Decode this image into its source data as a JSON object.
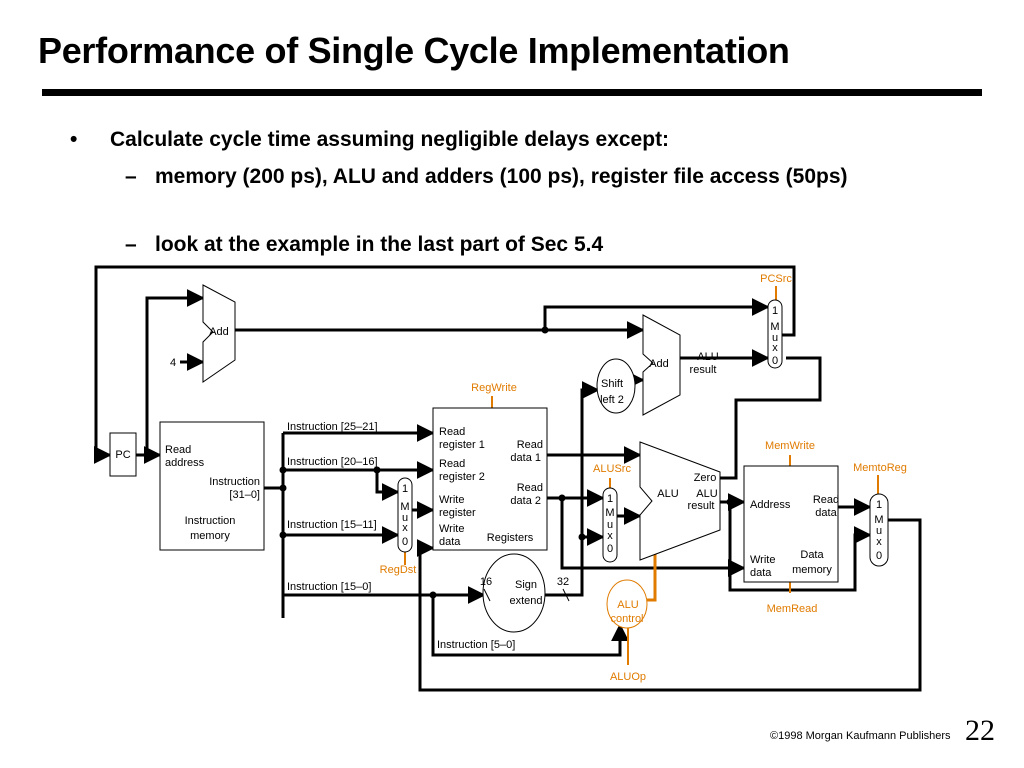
{
  "slide": {
    "title": "Performance of Single Cycle Implementation",
    "bullet_main": "Calculate cycle time assuming negligible delays except:",
    "bullet_marker": "•",
    "sub_marker": "–",
    "sub_bullets": [
      "memory (200 ps), ALU and adders (100 ps), register file access (50ps)",
      "look at the example in the last part of Sec 5.4"
    ],
    "copyright": "©1998 Morgan Kaufmann Publishers",
    "slide_number": "22"
  },
  "diagram": {
    "add_top": "Add",
    "const_four": "4",
    "add_branch": "Add",
    "alu_result_line1": "ALU",
    "alu_result_line2": "result",
    "pcsrc": "PCSrc",
    "mux": [
      "M",
      "u",
      "x"
    ],
    "mux_one": "1",
    "mux_zero": "0",
    "shift_line1": "Shift",
    "shift_line2": "left 2",
    "pc": "PC",
    "regwrite": "RegWrite",
    "read_address_line1": "Read",
    "read_address_line2": "address",
    "instruction_out_line1": "Instruction",
    "instruction_out_line2": "[31–0]",
    "instr_mem_line1": "Instruction",
    "instr_mem_line2": "memory",
    "instr_25_21": "Instruction [25–21]",
    "instr_20_16": "Instruction [20–16]",
    "instr_15_11": "Instruction [15–11]",
    "instr_15_0": "Instruction [15–0]",
    "instr_5_0": "Instruction [5–0]",
    "read_register": "Read",
    "register_1": "register 1",
    "register_2": "register 2",
    "read_data_1": "data 1",
    "read_data_2": "data 2",
    "write_register_line1": "Write",
    "write_register_line2": "register",
    "write_data_line1": "Write",
    "write_data_line2": "data",
    "registers": "Registers",
    "regdst": "RegDst",
    "sixteen": "16",
    "thirtytwo": "32",
    "sign_line1": "Sign",
    "sign_line2": "extend",
    "alusrc": "ALUSrc",
    "zero": "Zero",
    "alu": "ALU",
    "alu_control_line1": "ALU",
    "alu_control_line2": "control",
    "aluop": "ALUOp",
    "memwrite": "MemWrite",
    "memtoreg": "MemtoReg",
    "address": "Address",
    "read_data_line1": "Read",
    "read_data_line2": "data",
    "data_mem_line1": "Data",
    "data_mem_line2": "memory",
    "memread": "MemRead",
    "colors": {
      "control": "#e07b00",
      "line": "#000000"
    }
  }
}
